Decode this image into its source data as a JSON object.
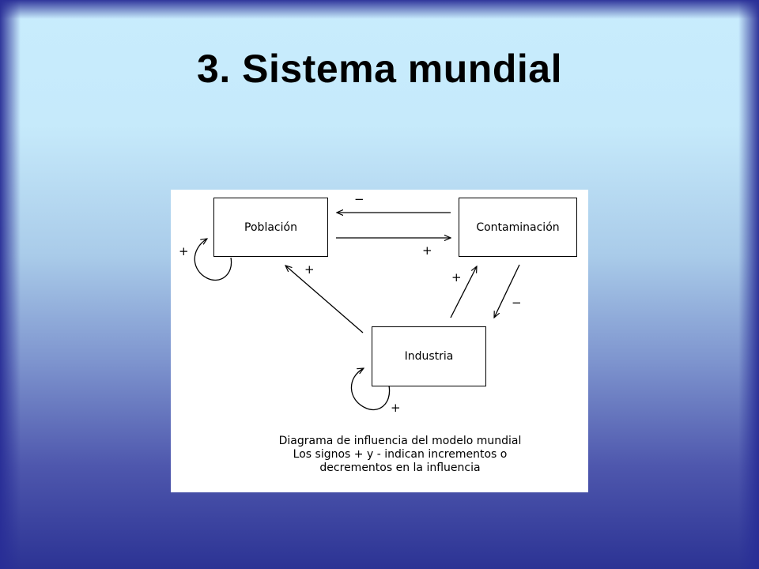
{
  "slide": {
    "title": "3. Sistema mundial"
  },
  "diagram": {
    "nodes": {
      "poblacion": "Población",
      "contaminacion": "Contaminación",
      "industria": "Industria"
    },
    "signs": {
      "contaminacion_to_poblacion": "−",
      "poblacion_to_contaminacion": "+",
      "industria_to_poblacion": "+",
      "industria_to_contaminacion": "+",
      "contaminacion_to_industria": "−",
      "poblacion_self_loop": "+",
      "industria_self_loop": "+"
    },
    "caption": [
      "Diagrama de influencia del modelo mundial",
      "Los signos + y - indican incrementos o",
      "decrementos en la influencia"
    ]
  }
}
